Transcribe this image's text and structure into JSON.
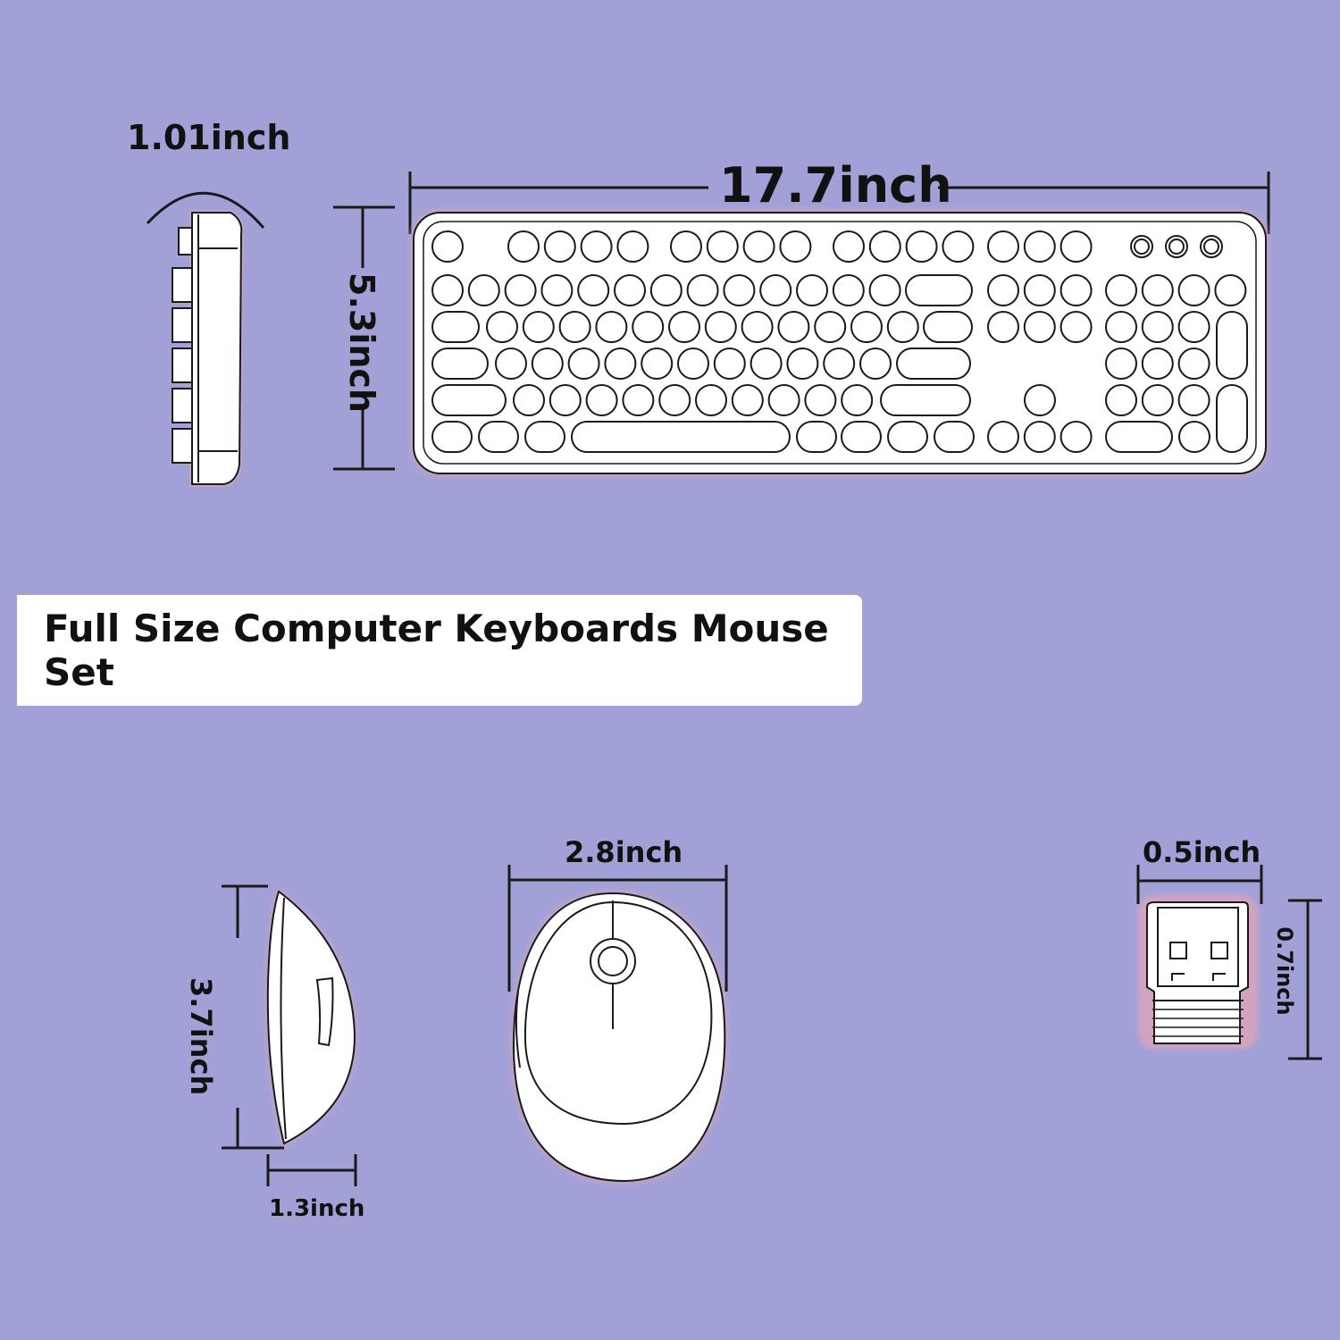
{
  "title": "Full Size Computer Keyboards Mouse Set",
  "dimensions": {
    "keyboard_thickness": "1.01inch",
    "keyboard_width": "17.7inch",
    "keyboard_depth": "5.3inch",
    "mouse_length": "3.7inch",
    "mouse_height": "1.3inch",
    "mouse_width": "2.8inch",
    "receiver_width": "0.5inch",
    "receiver_length": "0.7inch"
  },
  "colors": {
    "background": "#a1a1d8",
    "outline": "#1a1a1a",
    "shadow": "#d9a3b8",
    "body": "#ffffff"
  }
}
